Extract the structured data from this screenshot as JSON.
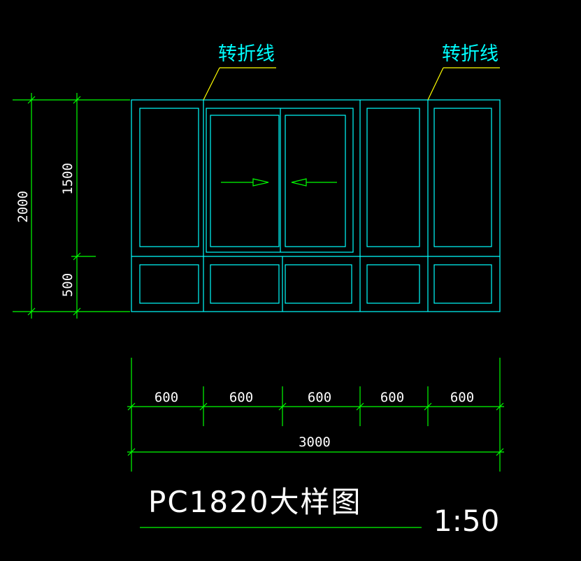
{
  "drawing": {
    "leaders": [
      {
        "label": "转折线"
      },
      {
        "label": "转折线"
      }
    ],
    "vertical_dims": {
      "total": "2000",
      "upper": "1500",
      "lower": "500"
    },
    "horizontal_dims": {
      "segments": [
        "600",
        "600",
        "600",
        "600",
        "600"
      ],
      "total": "3000"
    },
    "title": "PC1820大样图",
    "scale": "1:50",
    "colors": {
      "background": "#000000",
      "frame": "#00ffff",
      "dimension": "#00ff00",
      "leader_line": "#ffff00",
      "text": "#ffffff",
      "arrow": "#00ff00"
    },
    "icons": {
      "sliding_arrow_right": "arrow-right-icon",
      "sliding_arrow_left": "arrow-left-icon"
    }
  }
}
